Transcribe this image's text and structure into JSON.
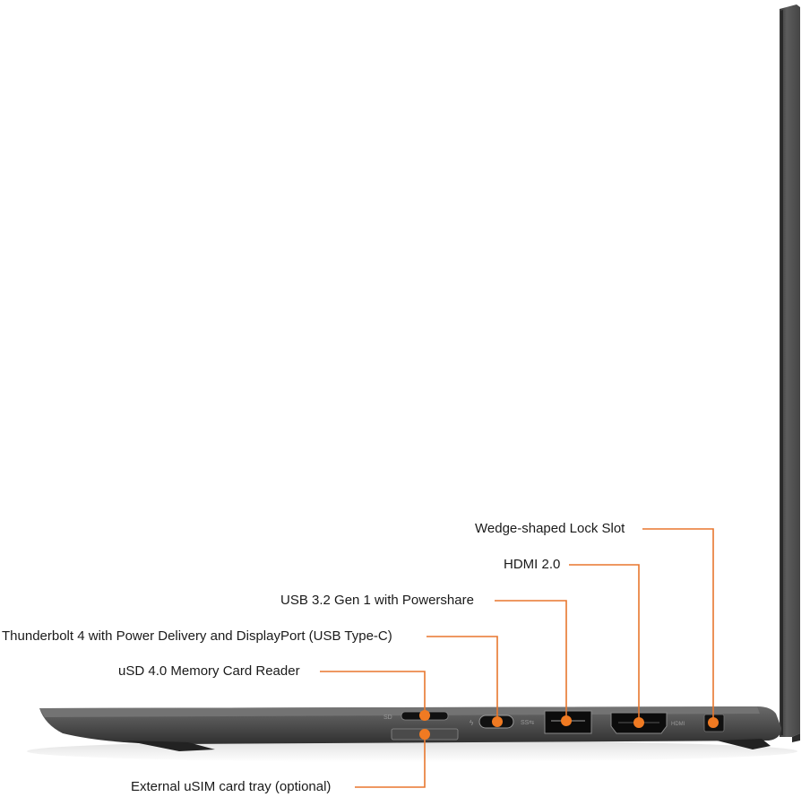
{
  "diagram": {
    "subject": "Laptop right side view",
    "accent_color": "#e8772e",
    "callouts": [
      {
        "id": "lock",
        "label": "Wedge-shaped Lock Slot"
      },
      {
        "id": "hdmi",
        "label": "HDMI 2.0"
      },
      {
        "id": "usba",
        "label": "USB 3.2 Gen 1 with Powershare"
      },
      {
        "id": "tb4",
        "label": "Thunderbolt 4 with Power Delivery and DisplayPort (USB Type-C)"
      },
      {
        "id": "usd",
        "label": "uSD 4.0 Memory Card Reader"
      },
      {
        "id": "usim",
        "label": "External uSIM card tray (optional)"
      }
    ],
    "port_markings": {
      "sd": "SD",
      "usb": "SS",
      "hdmi": "HDMI"
    }
  }
}
